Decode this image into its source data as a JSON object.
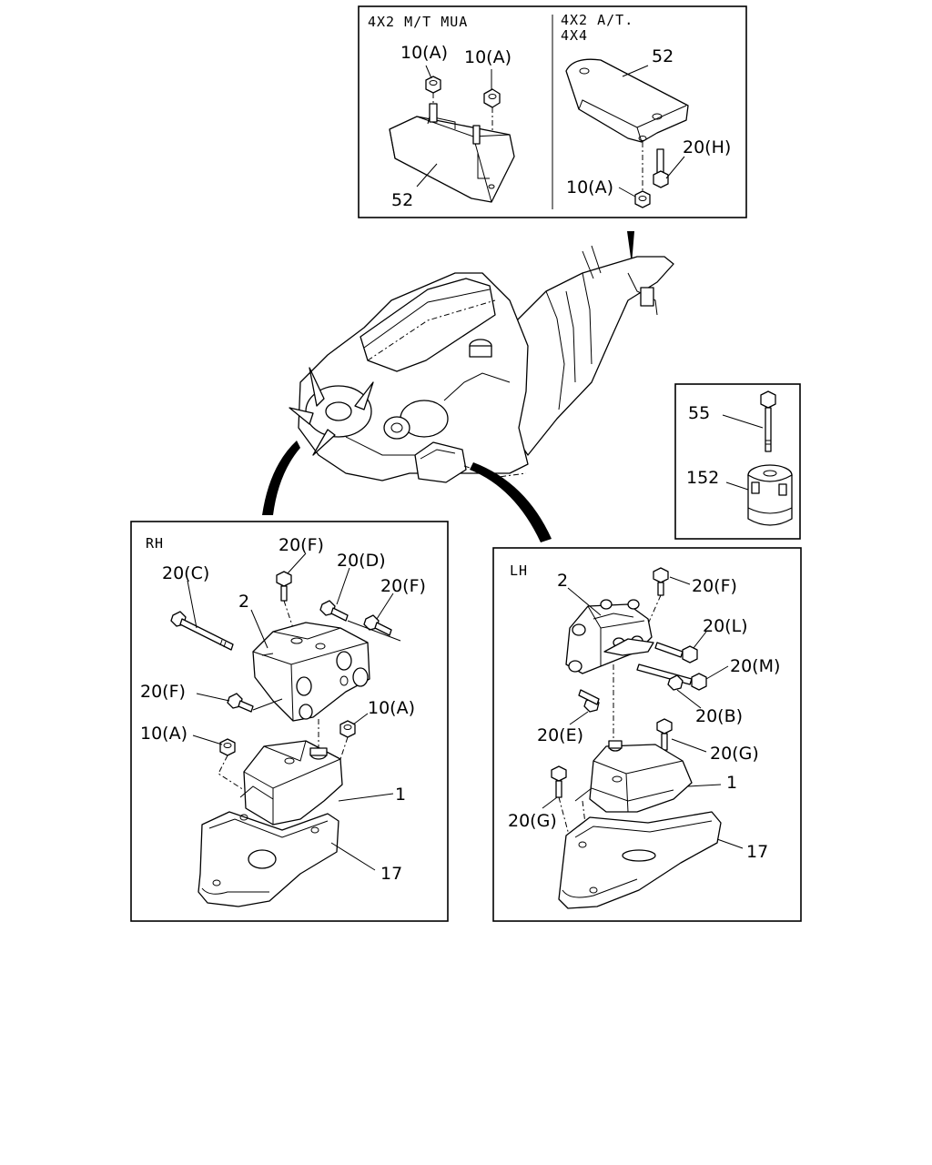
{
  "panels": {
    "top": {
      "left_header": "4X2 M/T MUA",
      "right_header_line1": "4X2 A/T.",
      "right_header_line2": "4X4",
      "labels": {
        "nut_left": "10(A)",
        "nut_right": "10(A)",
        "bracket_left": "52",
        "bracket_right": "52",
        "bolt_right": "20(H)",
        "nut_bottom_right": "10(A)"
      }
    },
    "damper": {
      "labels": {
        "bolt": "55",
        "damper": "152"
      }
    },
    "rh": {
      "header": "RH",
      "labels": {
        "bolt_c": "20(C)",
        "bolt_f_top": "20(F)",
        "bolt_d": "20(D)",
        "bolt_f_right": "20(F)",
        "bracket": "2",
        "bolt_f_left": "20(F)",
        "nut_right": "10(A)",
        "nut_left": "10(A)",
        "mount": "1",
        "plate": "17"
      }
    },
    "lh": {
      "header": "LH",
      "labels": {
        "bracket": "2",
        "bolt_f": "20(F)",
        "bolt_l": "20(L)",
        "bolt_m": "20(M)",
        "bolt_b": "20(B)",
        "bolt_e": "20(E)",
        "bolt_g_right": "20(G)",
        "mount": "1",
        "bolt_g_left": "20(G)",
        "plate": "17"
      }
    }
  }
}
